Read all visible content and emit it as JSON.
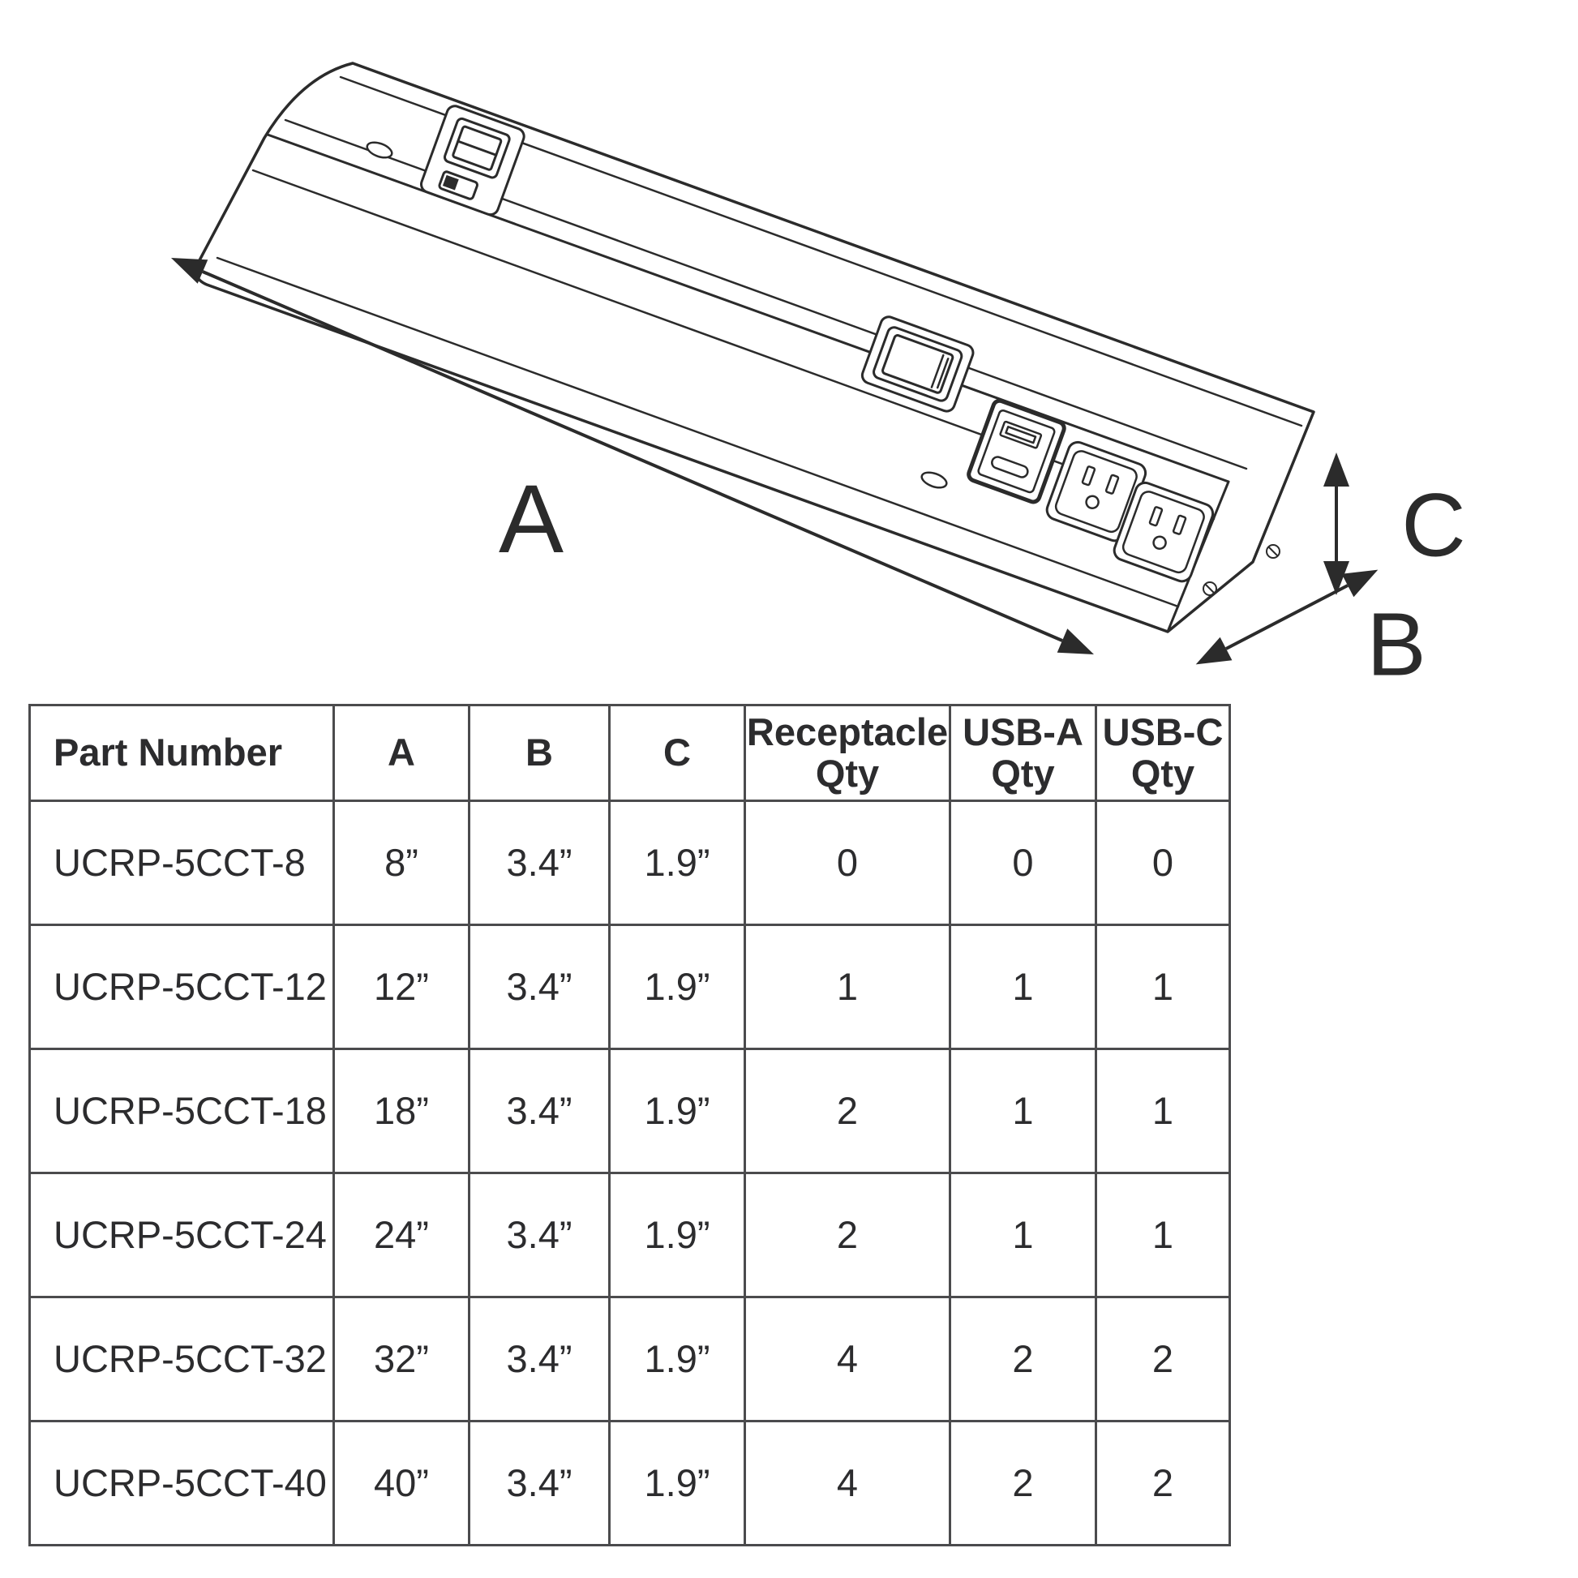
{
  "drawing": {
    "label_a": "A",
    "label_b": "B",
    "label_c": "C"
  },
  "icons": {
    "power_switch": "rocker-power-switch",
    "usb_ports": "usb-a-and-usb-c-ports",
    "receptacles": "tamper-resistant-receptacles"
  },
  "colors": {
    "line": "#2b2b2b",
    "table_border": "#4b4b4d",
    "text": "#2c2c2e"
  },
  "table": {
    "headers": [
      "Part Number",
      "A",
      "B",
      "C",
      "Receptacle\nQty",
      "USB-A\nQty",
      "USB-C\nQty"
    ],
    "rows": [
      [
        "UCRP-5CCT-8",
        "8”",
        "3.4”",
        "1.9”",
        "0",
        "0",
        "0"
      ],
      [
        "UCRP-5CCT-12",
        "12”",
        "3.4”",
        "1.9”",
        "1",
        "1",
        "1"
      ],
      [
        "UCRP-5CCT-18",
        "18”",
        "3.4”",
        "1.9”",
        "2",
        "1",
        "1"
      ],
      [
        "UCRP-5CCT-24",
        "24”",
        "3.4”",
        "1.9”",
        "2",
        "1",
        "1"
      ],
      [
        "UCRP-5CCT-32",
        "32”",
        "3.4”",
        "1.9”",
        "4",
        "2",
        "2"
      ],
      [
        "UCRP-5CCT-40",
        "40”",
        "3.4”",
        "1.9”",
        "4",
        "2",
        "2"
      ]
    ]
  }
}
